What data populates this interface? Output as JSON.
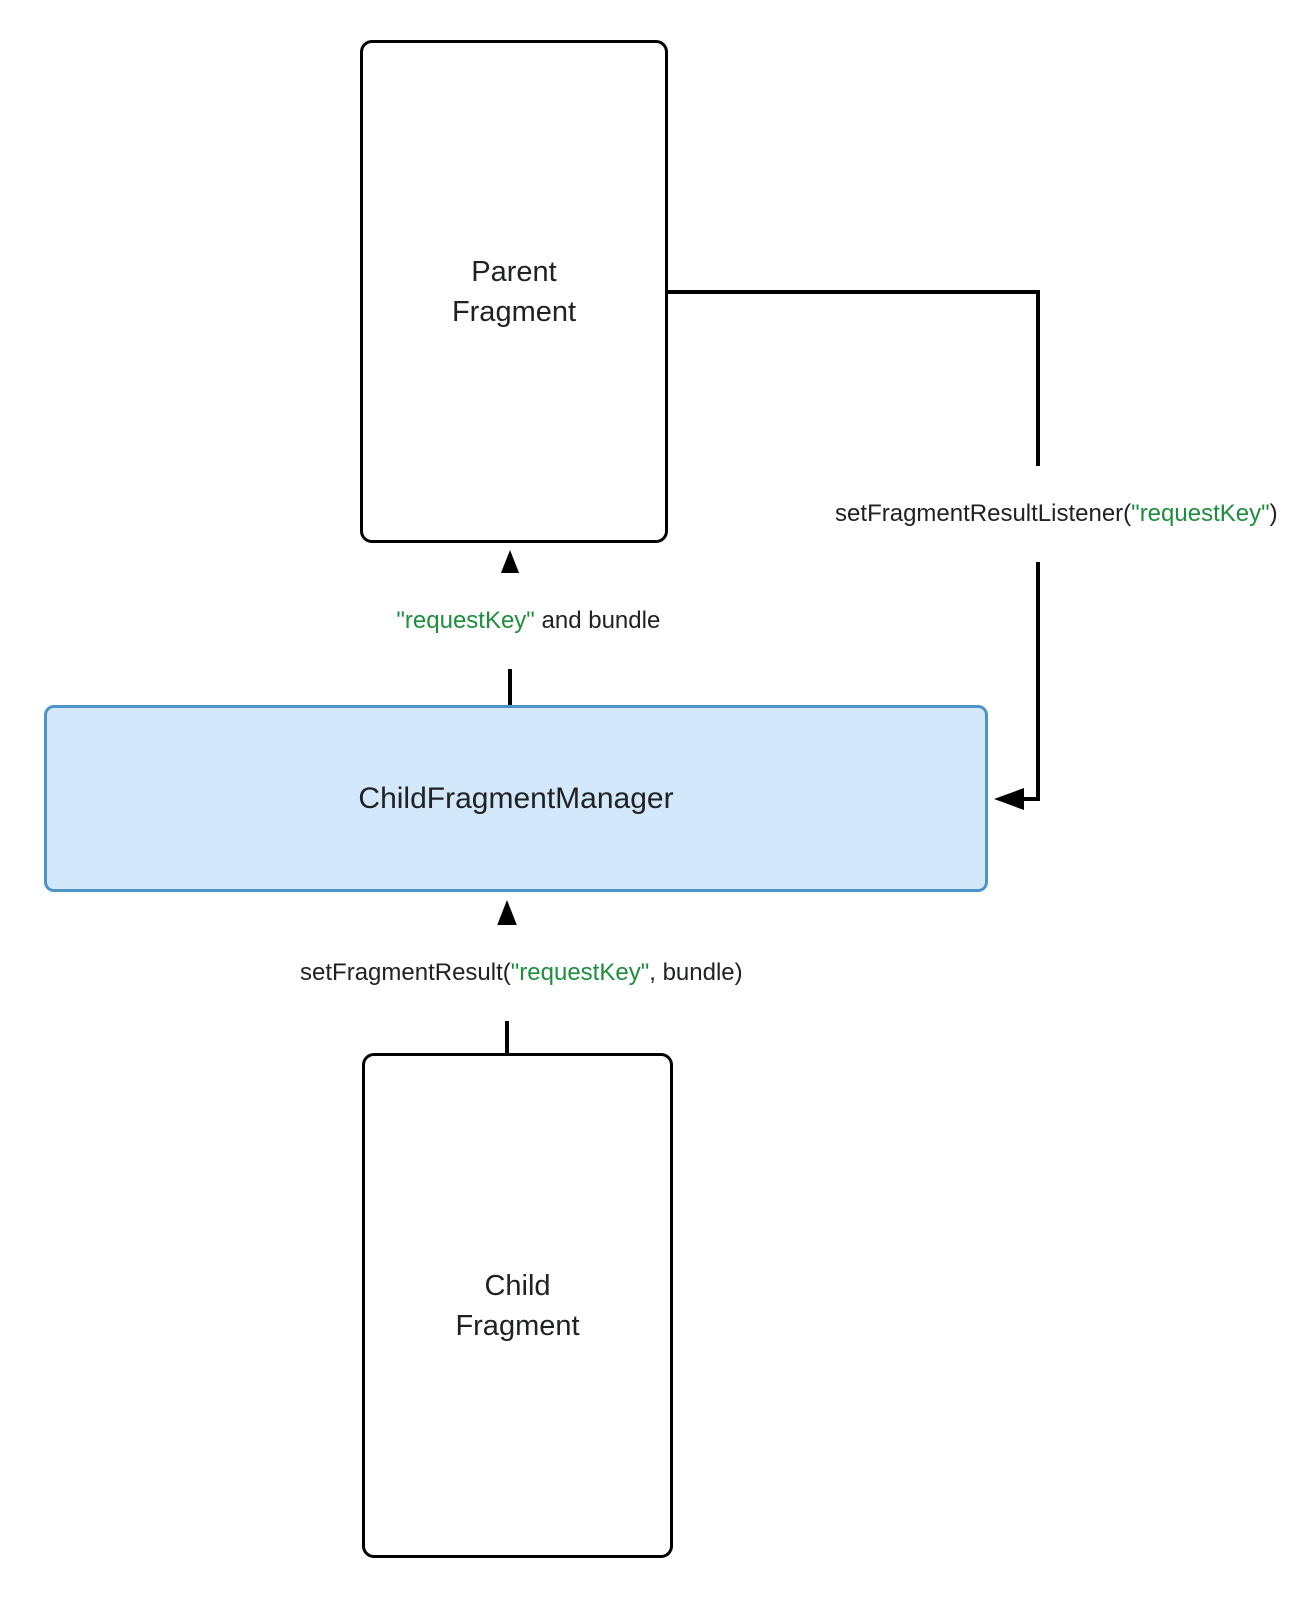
{
  "diagram": {
    "colors": {
      "accent_green": "#1e8e3e",
      "manager_fill": "#d3e8fb",
      "manager_border": "#4d94c9",
      "line_color": "#000000",
      "text_color": "#202124"
    },
    "nodes": {
      "parent": {
        "label": "Parent\nFragment"
      },
      "manager": {
        "label": "ChildFragmentManager"
      },
      "child": {
        "label": "Child\nFragment"
      }
    },
    "edges": {
      "listener": {
        "prefix": "setFragmentResultListener(",
        "key": "\"requestKey\"",
        "suffix": ")"
      },
      "deliver": {
        "key": "\"requestKey\"",
        "suffix": " and bundle"
      },
      "result": {
        "prefix": "setFragmentResult(",
        "key": "\"requestKey\"",
        "suffix": ", bundle)"
      }
    }
  }
}
